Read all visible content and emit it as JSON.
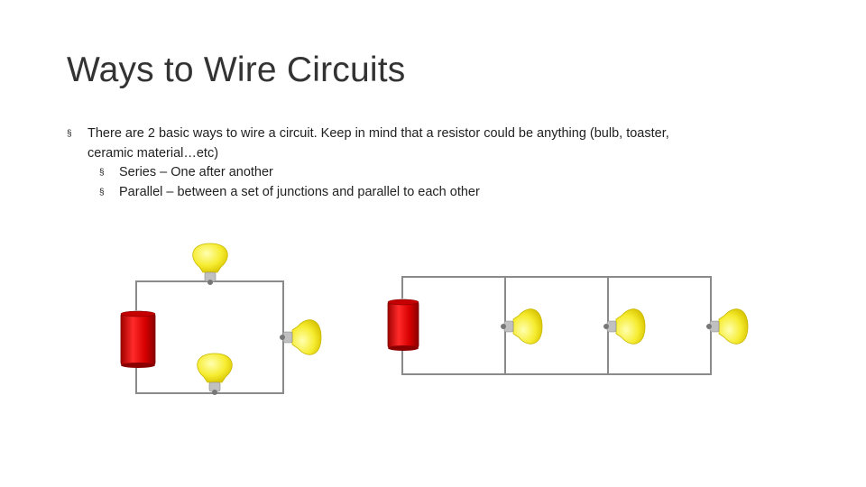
{
  "slide": {
    "title": "Ways to Wire Circuits",
    "bullet_marker": "§",
    "bullets": [
      {
        "level": 1,
        "text": "There are 2 basic ways to wire a circuit. Keep in mind that a resistor could be anything (bulb, toaster, ceramic material…etc)"
      },
      {
        "level": 2,
        "text": "Series – One after another"
      },
      {
        "level": 2,
        "text": "Parallel – between a set of junctions and parallel to each other"
      }
    ]
  },
  "colors": {
    "wire": "#8a8a8a",
    "battery": "#e01010",
    "battery_dark": "#9a0000",
    "battery_cap": "#cfcfcf",
    "bulb_glass": "#f5ee3a",
    "bulb_base": "#bdbdbd"
  },
  "icons": [
    "battery-icon",
    "light-bulb-icon"
  ]
}
